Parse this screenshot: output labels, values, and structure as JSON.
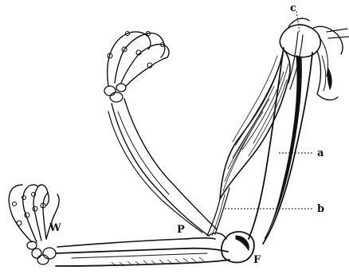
{
  "labels": {
    "c": "c",
    "a": "a",
    "b": "b",
    "W": "W",
    "P": "P",
    "F": "F"
  }
}
